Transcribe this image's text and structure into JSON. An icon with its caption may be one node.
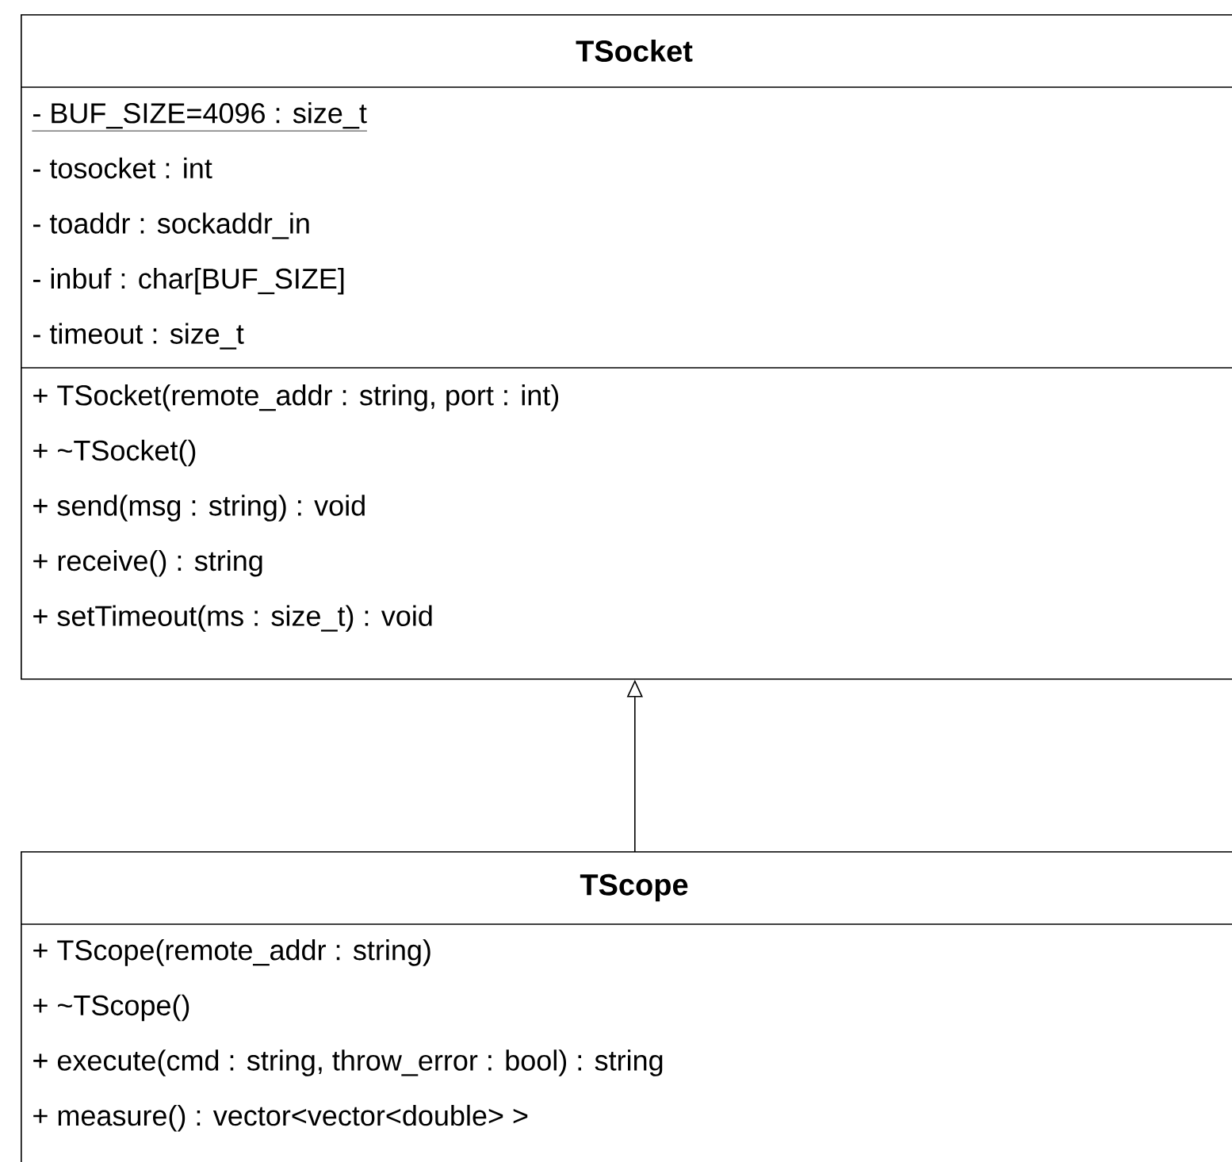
{
  "diagram": {
    "nodes": [
      {
        "text": [
          "TSocket",
          "- BUF_SIZE=4096 : size_t",
          "- tosocket : int",
          "- toaddr : sockaddr_in",
          "- inbuf : char[BUF_SIZE]",
          "- timeout : size_t",
          "+ TSocket(remote_addr : string, port : int)",
          "+ ~TSocket()",
          "+ send(msg : string) : void",
          "+ receive() : string",
          "+ setTimeout(ms : size_t) : void"
        ]
      },
      {
        "text": [
          "TScope",
          "+ TScope(remote_addr : string)",
          "+ ~TScope()",
          "+ execute(cmd : string, throw_error : bool) : string",
          "+ measure() : vector<vector<double> >"
        ]
      }
    ],
    "edges": [
      {
        "from": 1,
        "to": 0,
        "arrow": "to"
      }
    ]
  }
}
